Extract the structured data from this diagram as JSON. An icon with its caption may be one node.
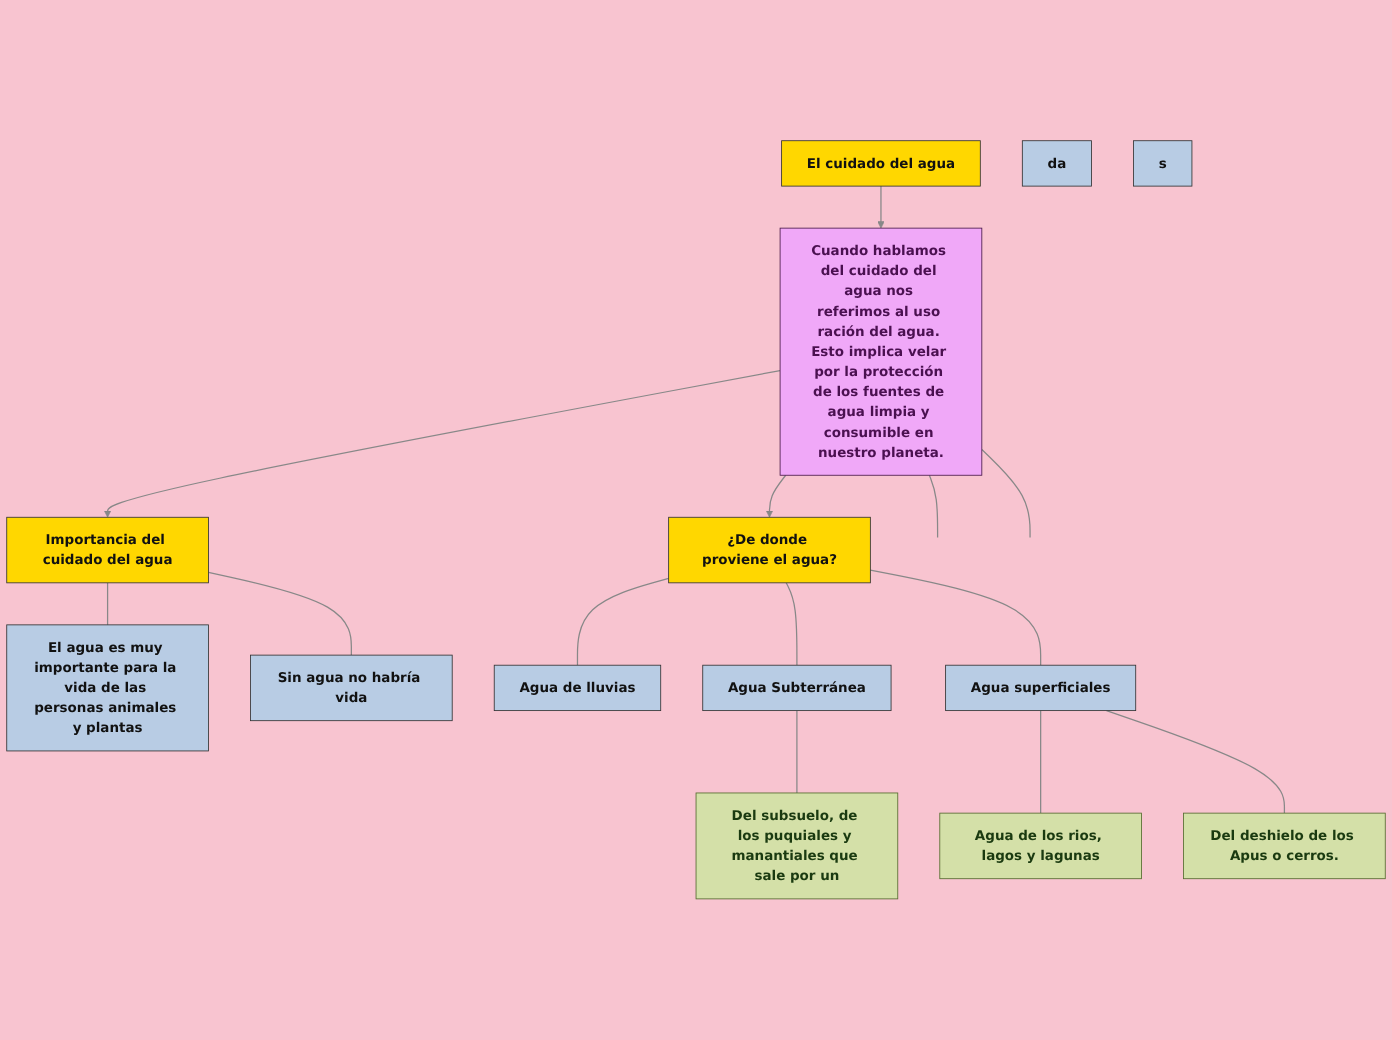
{
  "diagram": {
    "nodes": [
      {
        "text": [
          "El cuidado del agua"
        ]
      },
      {
        "text": [
          "Cuando hablamos del cuidado del agua nos referimos al uso ración del agua. Esto implica velar por la protección de los fuentes de agua limpia y consumible en nuestro planeta."
        ]
      },
      {
        "text": [
          "da"
        ]
      },
      {
        "text": [
          "s"
        ]
      },
      {
        "text": [
          "Importancia del cuidado del agua"
        ]
      },
      {
        "text": [
          "El agua es muy importante para la vida de las personas animales y plantas"
        ]
      },
      {
        "text": [
          "Sin agua no habría vida"
        ]
      },
      {
        "text": [
          "¿De donde proviene el agua?"
        ]
      },
      {
        "text": [
          "Agua de lluvias"
        ]
      },
      {
        "text": [
          "Agua Subterránea"
        ]
      },
      {
        "text": [
          "Agua superficiales"
        ]
      },
      {
        "text": [
          "Del subsuelo, de los puquiales y manantiales que sale por un"
        ]
      },
      {
        "text": [
          "Agua de los rios, lagos y lagunas"
        ]
      },
      {
        "text": [
          "Del deshielo de los Apus o cerros."
        ]
      }
    ],
    "edges": [
      {
        "from": 0,
        "to": 1,
        "arrow": "to"
      },
      {
        "from": 1,
        "to": null,
        "arrow": "none"
      },
      {
        "from": 1,
        "to": 4,
        "arrow": "to"
      },
      {
        "from": 1,
        "to": 7,
        "arrow": "to"
      },
      {
        "from": 1,
        "to": null,
        "arrow": "none"
      },
      {
        "from": 4,
        "to": 5,
        "arrow": "none"
      },
      {
        "from": 4,
        "to": 6,
        "arrow": "none"
      },
      {
        "from": 7,
        "to": 8,
        "arrow": "none"
      },
      {
        "from": 7,
        "to": 9,
        "arrow": "none"
      },
      {
        "from": 7,
        "to": 10,
        "arrow": "none"
      },
      {
        "from": 9,
        "to": 11,
        "arrow": "none"
      },
      {
        "from": 10,
        "to": 12,
        "arrow": "none"
      },
      {
        "from": 10,
        "to": 13,
        "arrow": "none"
      }
    ]
  }
}
